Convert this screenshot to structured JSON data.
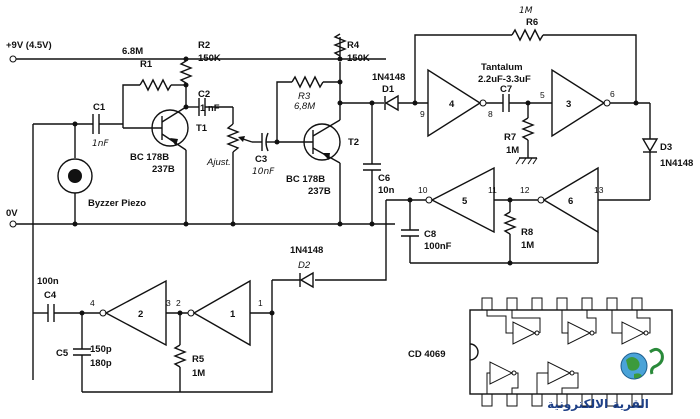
{
  "rails": {
    "supply": "+9V  (4.5V)",
    "ground": "0V"
  },
  "components": {
    "r1": {
      "ref": "R1",
      "value": "6.8M"
    },
    "r2": {
      "ref": "R2",
      "value": "150K"
    },
    "r3": {
      "ref": "R3",
      "value": "6,8M"
    },
    "r4": {
      "ref": "R4",
      "value": "150K"
    },
    "r5": {
      "ref": "R5",
      "value": "1M"
    },
    "r6": {
      "ref": "R6",
      "value": "1M"
    },
    "r7": {
      "ref": "R7",
      "value": "1M"
    },
    "r8": {
      "ref": "R8",
      "value": "1M"
    },
    "c1": {
      "ref": "C1",
      "value": "1nF"
    },
    "c2": {
      "ref": "C2",
      "value": "1 nF"
    },
    "c3": {
      "ref": "C3",
      "value": "10nF"
    },
    "c4": {
      "ref": "C4",
      "value": "100n"
    },
    "c5": {
      "ref": "C5",
      "value1": "150p",
      "value2": "180p"
    },
    "c6": {
      "ref": "C6",
      "value": "10n"
    },
    "c7": {
      "ref": "C7",
      "type": "Tantalum",
      "value": "2.2uF-3.3uF"
    },
    "c8": {
      "ref": "C8",
      "value": "100nF"
    },
    "t1": {
      "ref": "T1",
      "part": "BC 178B",
      "alt": "237B"
    },
    "t2": {
      "ref": "T2",
      "part": "BC 178B",
      "alt": "237B"
    },
    "d1": {
      "ref": "D1",
      "part": "1N4148"
    },
    "d2": {
      "ref": "D2",
      "part": "1N4148"
    },
    "d3": {
      "ref": "D3",
      "part": "1N4148"
    },
    "pot": {
      "label": "Ajust."
    },
    "piezo": {
      "label": "Byzzer Piezo"
    },
    "ic": {
      "part": "CD 4069"
    }
  },
  "gates": [
    {
      "id": "4",
      "in": "9",
      "out": "8"
    },
    {
      "id": "3",
      "in": "5",
      "out": "6"
    },
    {
      "id": "5",
      "in": "10",
      "out": "11"
    },
    {
      "id": "6",
      "in": "12",
      "out": "13"
    },
    {
      "id": "2",
      "in": "4",
      "out": "3"
    },
    {
      "id": "1",
      "in": "2",
      "out": "1"
    }
  ],
  "logo": {
    "text": "القرية الالكترونية"
  }
}
